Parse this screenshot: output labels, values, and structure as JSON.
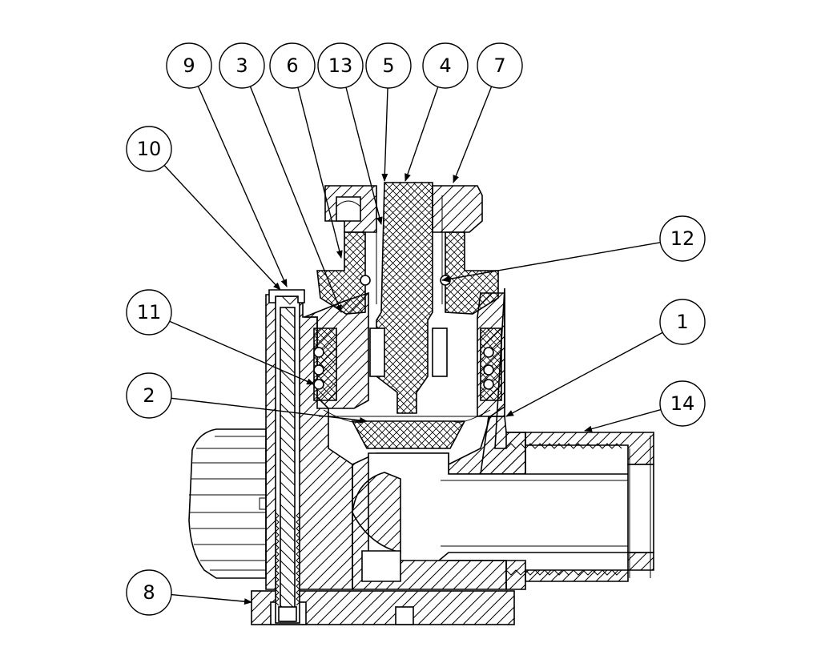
{
  "colors": {
    "line": "#000000",
    "background": "#ffffff"
  },
  "balloons": [
    {
      "label": "9",
      "target": "set-screw"
    },
    {
      "label": "3",
      "target": "bonnet"
    },
    {
      "label": "6",
      "target": "gland-nut"
    },
    {
      "label": "13",
      "target": "stem-upper"
    },
    {
      "label": "5",
      "target": "stem-top"
    },
    {
      "label": "4",
      "target": "handle-cap"
    },
    {
      "label": "7",
      "target": "handle-cap-edge"
    },
    {
      "label": "10",
      "target": "retaining-clip"
    },
    {
      "label": "12",
      "target": "stem-o-ring"
    },
    {
      "label": "11",
      "target": "bonnet-o-ring"
    },
    {
      "label": "1",
      "target": "valve-body"
    },
    {
      "label": "2",
      "target": "seat-disc"
    },
    {
      "label": "14",
      "target": "compression-nut"
    },
    {
      "label": "8",
      "target": "base-plate"
    }
  ]
}
